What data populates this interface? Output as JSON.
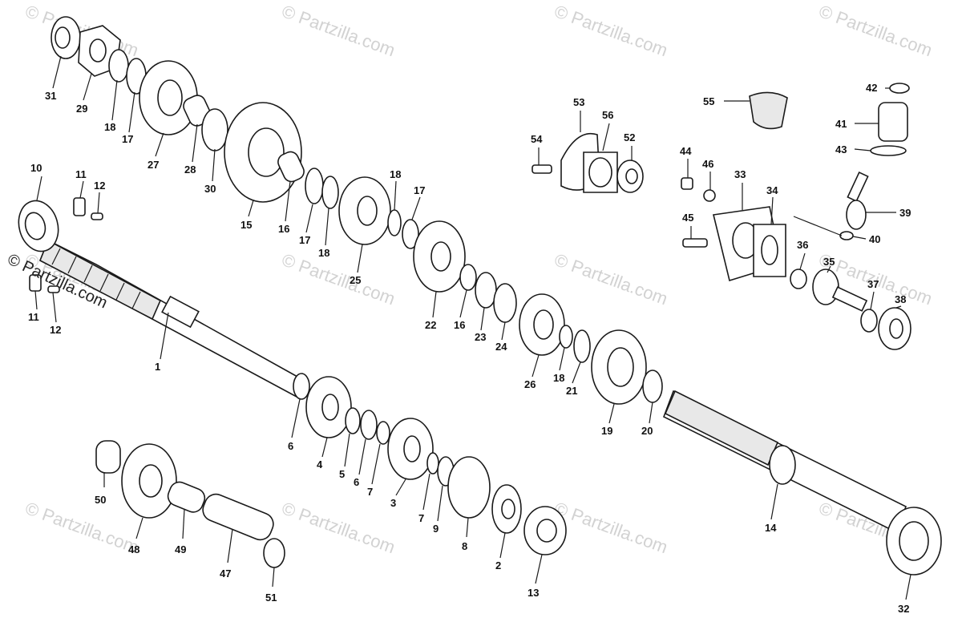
{
  "diagram": {
    "watermark_text": "© Partzilla.com",
    "watermark_prominent": "© Partzilla.com",
    "callouts": [
      "1",
      "2",
      "3",
      "4",
      "5",
      "6",
      "6",
      "7",
      "7",
      "8",
      "9",
      "10",
      "11",
      "11",
      "12",
      "12",
      "13",
      "14",
      "15",
      "16",
      "16",
      "17",
      "17",
      "17",
      "18",
      "18",
      "18",
      "18",
      "19",
      "20",
      "21",
      "22",
      "23",
      "24",
      "25",
      "26",
      "27",
      "28",
      "29",
      "30",
      "31",
      "32",
      "33",
      "34",
      "35",
      "36",
      "37",
      "38",
      "39",
      "40",
      "41",
      "42",
      "43",
      "44",
      "45",
      "46",
      "47",
      "48",
      "49",
      "50",
      "51",
      "52",
      "53",
      "54",
      "55",
      "56"
    ]
  }
}
